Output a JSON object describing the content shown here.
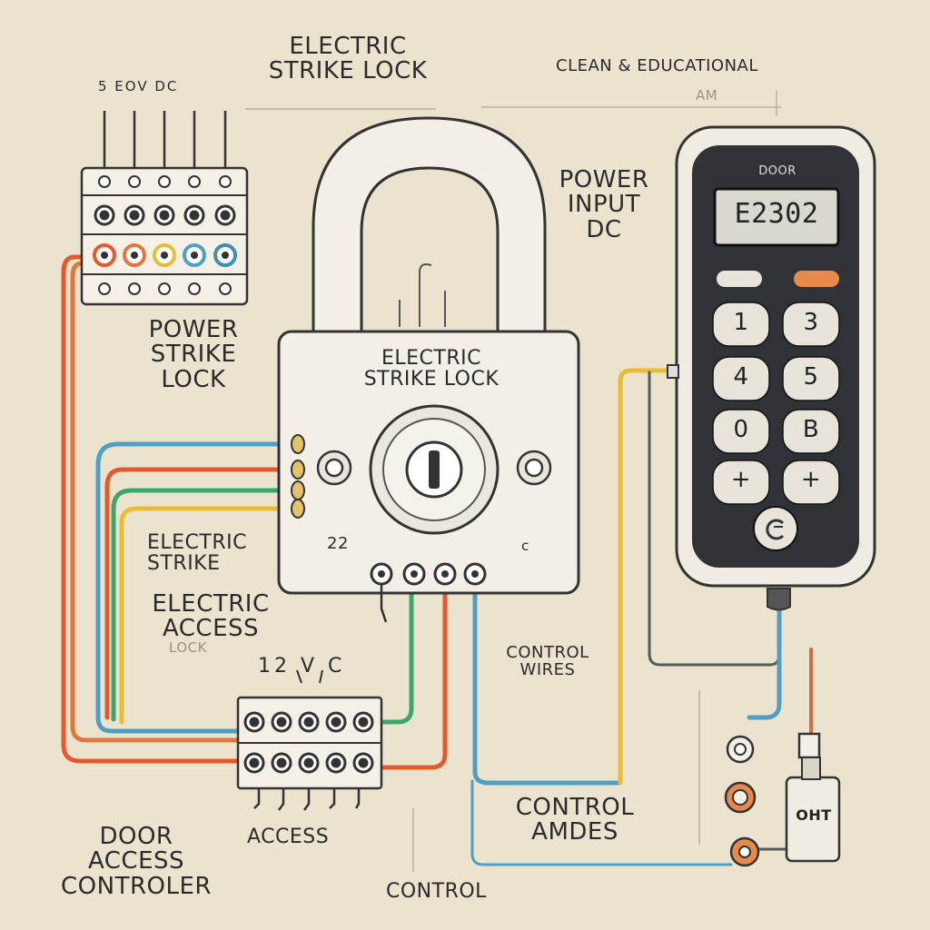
{
  "labels": {
    "title_top": "ELECTRIC\nSTRIKE LOCK",
    "tagline": "CLEAN & EDUCATIONAL",
    "top_terminal": "5 EOV DC",
    "faded_am": "AM",
    "power_strike_lock": "POWER\nSTRIKE\nLOCK",
    "lock_body": "ELECTRIC\nSTRIKE LOCK",
    "power_input": "POWER\nINPUT\nDC",
    "lock_number": "22",
    "lock_small": "c",
    "electric_strike": "ELECTRIC\nSTRIKE",
    "electric_access": "ELECTRIC\nACCESS",
    "faded_lock": "LOCK",
    "controller_voltage": "12 V C",
    "control_wires": "CONTROL\nWIRES",
    "control_amdes": "CONTROL\nAMDES",
    "door_access_controller": "DOOR\nACCESS\nCONTROLER",
    "access": "ACCESS",
    "control": "CONTROL"
  },
  "keypad": {
    "brand": "DOOR",
    "display": "E2302",
    "keys": [
      "1",
      "3",
      "4",
      "5",
      "0",
      "B",
      "+",
      "+"
    ]
  },
  "small_device": {
    "label": "OHT"
  },
  "colors": {
    "background": "#ece3cf",
    "wire_red": "#e35a2f",
    "wire_blue": "#4f9fc5",
    "wire_green": "#3aa86a",
    "wire_yellow": "#e7bd35",
    "keypad_body": "#2f3337",
    "keypad_key": "#e8e4da",
    "keypad_orange": "#e6894a"
  },
  "icons": {
    "lock_cylinder": "key-cylinder-icon",
    "keypad_bottom": "fingerprint-button-icon"
  }
}
